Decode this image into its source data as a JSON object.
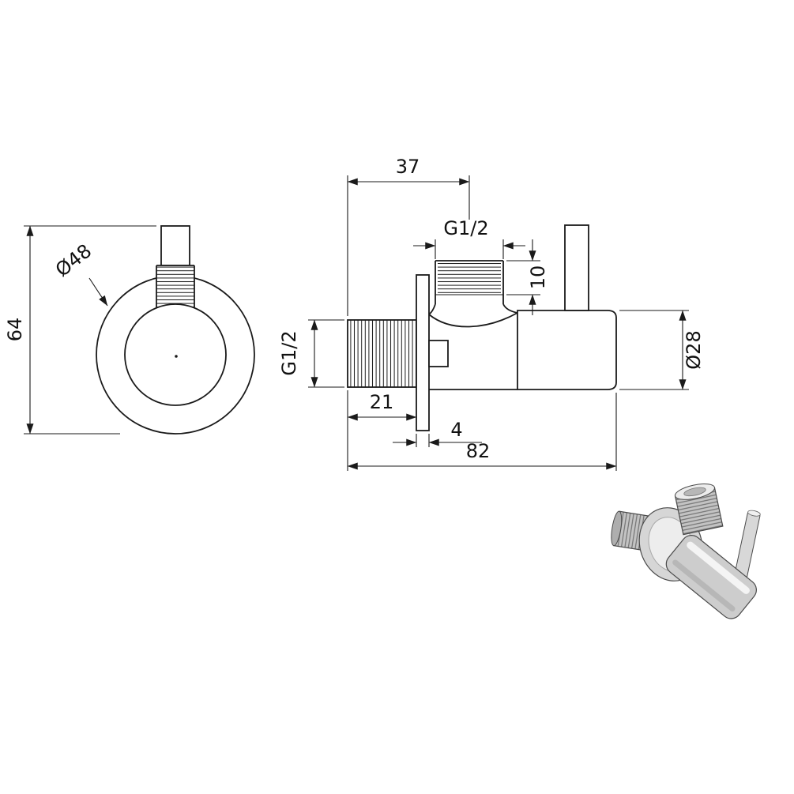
{
  "page": {
    "background": "#ffffff",
    "line_color": "#1a1a1a"
  },
  "labels": {
    "diameter_48": "Ø48",
    "height_64": "64",
    "width_37": "37",
    "thread_top": "G1/2",
    "thread_length_10": "10",
    "thread_inlet": "G1/2",
    "inlet_length_21": "21",
    "plate_thickness_4": "4",
    "total_length_82": "82",
    "body_diameter_28": "Ø28"
  }
}
